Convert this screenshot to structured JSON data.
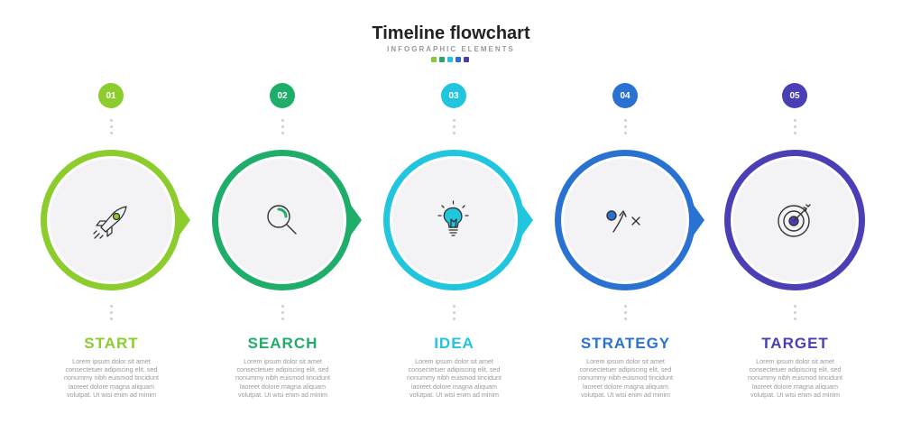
{
  "header": {
    "title": "Timeline flowchart",
    "subtitle": "INFOGRAPHIC ELEMENTS",
    "color_dots": [
      "#8cc63f",
      "#22a86b",
      "#25c4dc",
      "#2a6fd6",
      "#4b3fb0"
    ]
  },
  "steps": [
    {
      "number": "01",
      "label": "START",
      "color": "#8ccd2d",
      "icon": "rocket-icon",
      "description": "Lorem ipsum dolor sit amet consectetuer adipiscing elit, sed nonummy nibh euismod tincidunt laoreet dolore magna aliquam volutpat. Ut wisi enim ad minim"
    },
    {
      "number": "02",
      "label": "SEARCH",
      "color": "#1fae6a",
      "icon": "magnifier-icon",
      "description": "Lorem ipsum dolor sit amet consectetuer adipiscing elit, sed nonummy nibh euismod tincidunt laoreet dolore magna aliquam volutpat. Ut wisi enim ad minim"
    },
    {
      "number": "03",
      "label": "IDEA",
      "color": "#21c6de",
      "icon": "lightbulb-icon",
      "description": "Lorem ipsum dolor sit amet consectetuer adipiscing elit, sed nonummy nibh euismod tincidunt laoreet dolore magna aliquam volutpat. Ut wisi enim ad minim"
    },
    {
      "number": "04",
      "label": "STRATEGY",
      "color": "#2a72d2",
      "icon": "strategy-play-icon",
      "description": "Lorem ipsum dolor sit amet consectetuer adipiscing elit, sed nonummy nibh euismod tincidunt laoreet dolore magna aliquam volutpat. Ut wisi enim ad minim"
    },
    {
      "number": "05",
      "label": "TARGET",
      "color": "#4b3fb5",
      "icon": "target-icon",
      "description": "Lorem ipsum dolor sit amet consectetuer adipiscing elit, sed nonummy nibh euismod tincidunt laoreet dolore magna aliquam volutpat. Ut wisi enim ad minim"
    }
  ]
}
